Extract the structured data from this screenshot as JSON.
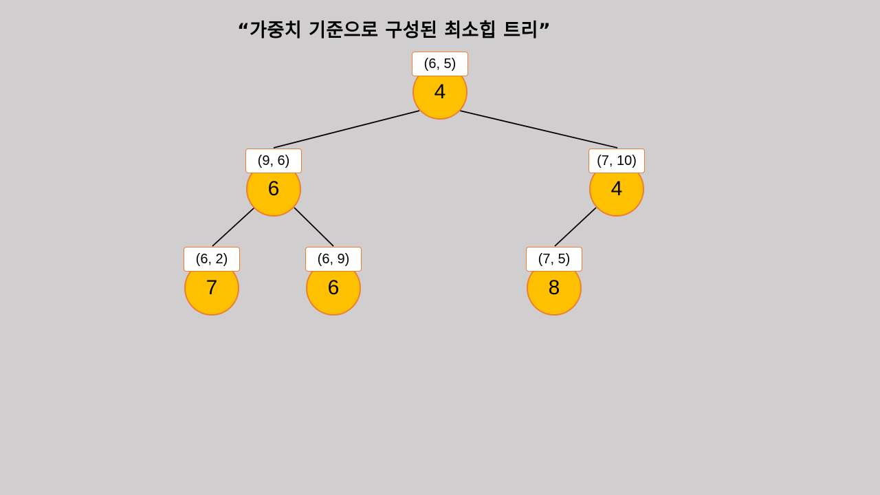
{
  "title": "“가중치 기준으로 구성된 최소힙 트리”",
  "colors": {
    "background": "#d0cece",
    "node_fill": "#ffc000",
    "node_border": "#ed7d31",
    "label_fill": "#ffffff",
    "edge": "#000000"
  },
  "tree": {
    "root": {
      "weight": "4",
      "pair": "(6, 5)"
    },
    "left": {
      "weight": "6",
      "pair": "(9, 6)"
    },
    "right": {
      "weight": "4",
      "pair": "(7, 10)"
    },
    "left_left": {
      "weight": "7",
      "pair": "(6, 2)"
    },
    "left_right": {
      "weight": "6",
      "pair": "(6, 9)"
    },
    "right_left": {
      "weight": "8",
      "pair": "(7, 5)"
    }
  }
}
